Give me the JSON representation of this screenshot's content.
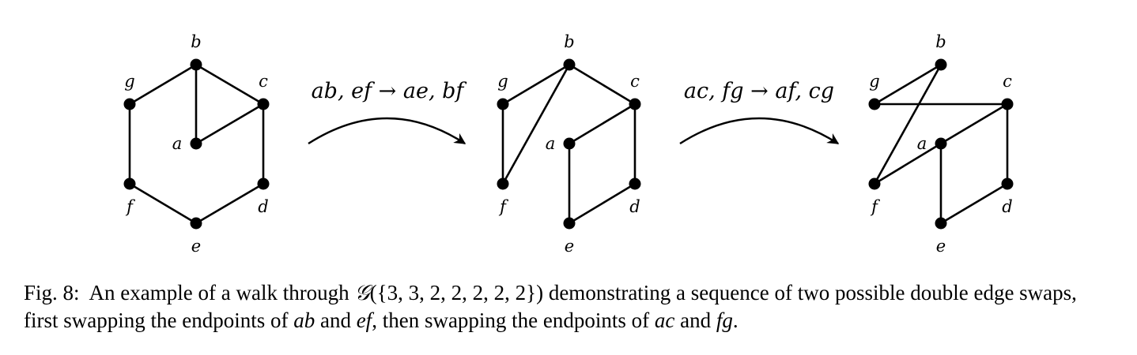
{
  "nodes": [
    "a",
    "b",
    "c",
    "d",
    "e",
    "f",
    "g"
  ],
  "graphs": [
    {
      "id": "initial",
      "edges": [
        [
          "g",
          "b"
        ],
        [
          "b",
          "c"
        ],
        [
          "b",
          "a"
        ],
        [
          "a",
          "c"
        ],
        [
          "c",
          "d"
        ],
        [
          "d",
          "e"
        ],
        [
          "e",
          "f"
        ],
        [
          "f",
          "g"
        ]
      ]
    },
    {
      "id": "after-first-swap",
      "edges": [
        [
          "g",
          "b"
        ],
        [
          "b",
          "c"
        ],
        [
          "b",
          "f"
        ],
        [
          "f",
          "g"
        ],
        [
          "a",
          "c"
        ],
        [
          "c",
          "d"
        ],
        [
          "d",
          "e"
        ],
        [
          "a",
          "e"
        ]
      ]
    },
    {
      "id": "after-second-swap",
      "edges": [
        [
          "b",
          "f"
        ],
        [
          "g",
          "c"
        ],
        [
          "g",
          "b"
        ],
        [
          "a",
          "f"
        ],
        [
          "a",
          "c"
        ],
        [
          "c",
          "d"
        ],
        [
          "d",
          "e"
        ],
        [
          "a",
          "e"
        ]
      ]
    }
  ],
  "swaps": [
    {
      "label": "ab, ef → ae, bf"
    },
    {
      "label": "ac, fg → af, cg"
    }
  ],
  "caption": {
    "prefix": "Fig. 8:  An example of a walk through ",
    "graph_symbol": "𝒢",
    "degree_sequence": "({3, 3, 2, 2, 2, 2, 2})",
    "middle": " demonstrating a sequence of two possible double edge swaps, first swapping the endpoints of ",
    "e1": "ab",
    "and1": " and ",
    "e2": "ef",
    "mid2": ", then swapping the endpoints of ",
    "e3": "ac",
    "and2": " and ",
    "e4": "fg",
    "end": "."
  }
}
